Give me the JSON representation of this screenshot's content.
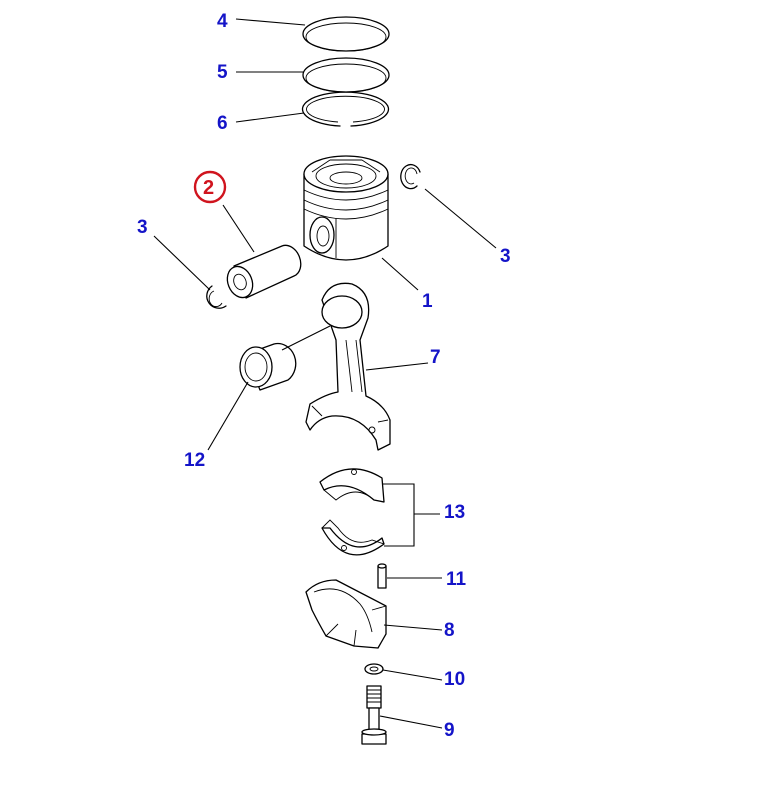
{
  "diagram": {
    "callouts": {
      "c1": "1",
      "c2": "2",
      "c3_left": "3",
      "c3_right": "3",
      "c4": "4",
      "c5": "5",
      "c6": "6",
      "c7": "7",
      "c8": "8",
      "c9": "9",
      "c10": "10",
      "c11": "11",
      "c12": "12",
      "c13": "13"
    },
    "highlighted_callout": "2",
    "colors": {
      "callout_text": "#1414c8",
      "highlight": "#d0141e",
      "line": "#000000",
      "background": "#ffffff"
    }
  }
}
